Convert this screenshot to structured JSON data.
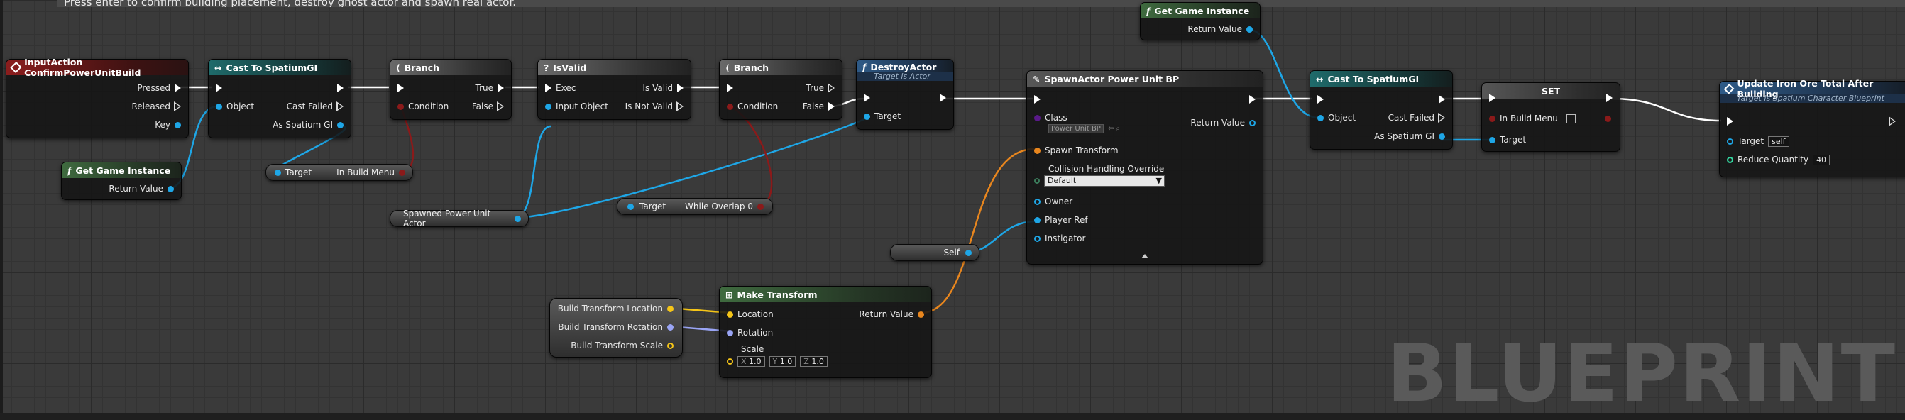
{
  "comment_text": "Press enter to confirm building placement, destroy ghost actor and spawn real actor.",
  "watermark": "BLUEPRINT",
  "colors": {
    "exec": "#ffffff",
    "object": "#1ea6e6",
    "bool": "#8b1a1a",
    "struct_orange": "#e8861e",
    "vector": "#f5c518",
    "rotator": "#9aa5f5",
    "int": "#33d6a0",
    "class": "#5a1a8a"
  },
  "nodes": {
    "input_action": {
      "title": "InputAction ConfirmPowerUnitBuild",
      "pins": [
        "Pressed",
        "Released",
        "Key"
      ]
    },
    "cast1": {
      "title": "Cast To SpatiumGI",
      "in_pins": [
        "Object"
      ],
      "out_pins": [
        "Cast Failed",
        "As Spatium GI"
      ]
    },
    "get_game_instance1": {
      "title": "Get Game Instance",
      "out_pin": "Return Value"
    },
    "branch1": {
      "title": "Branch",
      "in_pins": [
        "Condition"
      ],
      "out_pins": [
        "True",
        "False"
      ]
    },
    "in_build_menu_get": {
      "left": "Target",
      "right": "In Build Menu"
    },
    "isvalid": {
      "title": "IsValid",
      "in_pins": [
        "Exec",
        "Input Object"
      ],
      "out_pins": [
        "Is Valid",
        "Is Not Valid"
      ]
    },
    "spawned_var": {
      "label": "Spawned Power Unit Actor"
    },
    "branch2": {
      "title": "Branch",
      "in_pins": [
        "Condition"
      ],
      "out_pins": [
        "True",
        "False"
      ]
    },
    "while_overlap": {
      "left": "Target",
      "right": "While Overlap 0"
    },
    "destroy_actor": {
      "title": "DestroyActor",
      "subtitle": "Target is Actor",
      "in_pins": [
        "Target"
      ]
    },
    "self_node": {
      "label": "Self"
    },
    "break_vars": {
      "items": [
        "Build Transform Location",
        "Build Transform Rotation",
        "Build Transform Scale"
      ]
    },
    "make_transform": {
      "title": "Make Transform",
      "in_pins": [
        "Location",
        "Rotation",
        "Scale"
      ],
      "out_pin": "Return Value",
      "scale": {
        "x": "X",
        "x_val": "1.0",
        "y": "Y",
        "y_val": "1.0",
        "z": "Z",
        "z_val": "1.0"
      }
    },
    "spawn_actor": {
      "title": "SpawnActor Power Unit BP",
      "class_label": "Class",
      "class_value": "Power Unit BP",
      "return": "Return Value",
      "spawn_transform": "Spawn Transform",
      "collision_label": "Collision Handling Override",
      "collision_value": "Default",
      "owner": "Owner",
      "player_ref": "Player Ref",
      "instigator": "Instigator"
    },
    "get_game_instance2": {
      "title": "Get Game Instance",
      "out_pin": "Return Value"
    },
    "cast2": {
      "title": "Cast To SpatiumGI",
      "in_pins": [
        "Object"
      ],
      "out_pins": [
        "Cast Failed",
        "As Spatium GI"
      ]
    },
    "set_node": {
      "title": "SET",
      "in_build_menu": "In Build Menu",
      "target": "Target"
    },
    "update_iron": {
      "title": "Update Iron Ore Total After Building",
      "subtitle": "Target is Spatium Character Blueprint",
      "target": "Target",
      "target_val": "self",
      "reduce": "Reduce Quantity",
      "reduce_val": "40"
    }
  }
}
